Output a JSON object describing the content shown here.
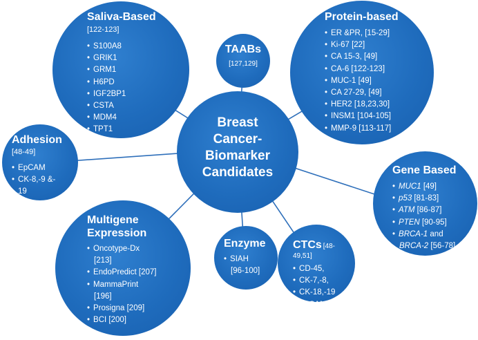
{
  "center": {
    "title_lines": [
      "Breast",
      "Cancer-",
      "Biomarker",
      "Candidates"
    ]
  },
  "saliva": {
    "title": "Saliva-Based",
    "refs": "[122-123]",
    "items": [
      "S100A8",
      "GRIK1",
      "GRM1",
      "H6PD",
      "IGF2BP1",
      "CSTA",
      "MDM4",
      "TPT1"
    ]
  },
  "taabs": {
    "title": "TAABs",
    "refs": "[127,129]"
  },
  "protein": {
    "title": "Protein-based",
    "items": [
      "ER &PR, [15-29]",
      "Ki-67 [22]",
      "CA 15-3, [49]",
      "CA-6 [122-123]",
      "MUC-1 [49]",
      "CA 27-29, [49]",
      "HER2 [18,23,30]",
      "INSM1 [104-105]",
      "MMP-9 [113-117]"
    ]
  },
  "adhesion": {
    "title": "Adhesion",
    "refs": "[48-49]",
    "items": [
      "EpCAM",
      "CK-8,-9 &-",
      "19"
    ]
  },
  "gene": {
    "title": "Gene Based",
    "items": [
      {
        "gene": "MUC1",
        "refs": " [49]"
      },
      {
        "gene": "p53",
        "refs": " [81-83]"
      },
      {
        "gene": "ATM",
        "refs": " [86-87]"
      },
      {
        "gene": "PTEN",
        "refs": " [90-95]"
      },
      {
        "gene": "BRCA-1",
        "refs": " and"
      },
      {
        "gene": "BRCA-2",
        "refs": " [56-78]"
      }
    ]
  },
  "multigene": {
    "title_lines": [
      "Multigene",
      "Expression"
    ],
    "items": [
      "Oncotype-Dx",
      "[213]",
      "EndoPredict [207]",
      "MammaPrint",
      "[196]",
      "Prosigna [209]",
      "BCI [200]"
    ]
  },
  "enzyme": {
    "title": "Enzyme",
    "items": [
      "SIAH",
      "[96-100]"
    ]
  },
  "ctcs": {
    "title": "CTCs",
    "refs_a": "[48-",
    "refs_b": "49,51]",
    "items": [
      "CD-45,",
      "CK-7,-8,",
      "CK-18,-19",
      "EpCAM"
    ]
  },
  "colors": {
    "node_fill": "#1f6cbd",
    "link": "#2e6fba",
    "text": "#ffffff",
    "background": "#ffffff"
  }
}
